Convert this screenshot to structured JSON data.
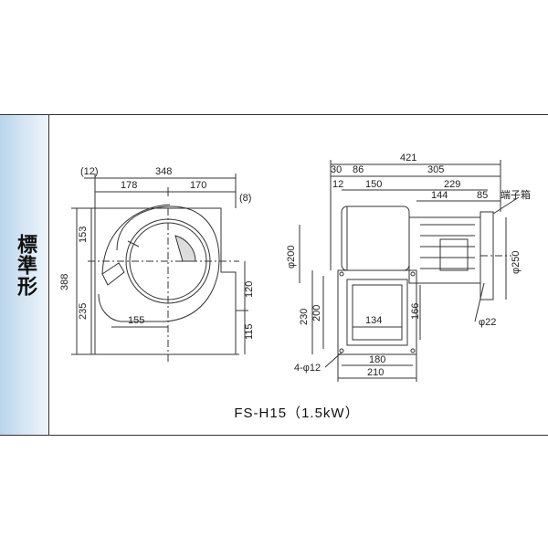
{
  "side_label": "標準形",
  "model_label": "FS-H15（1.5kW）",
  "front_view": {
    "dims": {
      "d12": "(12)",
      "d348": "348",
      "d178": "178",
      "d170": "170",
      "d8": "(8)",
      "d388": "388",
      "d153": "153",
      "d235": "235",
      "d155": "155",
      "d120": "120",
      "d115": "115"
    }
  },
  "side_view": {
    "dims": {
      "d421": "421",
      "d30": "30",
      "d86": "86",
      "d305": "305",
      "d12": "12",
      "d150": "150",
      "d229": "229",
      "d144": "144",
      "d85": "85",
      "terminal_box": "端子箱",
      "phi200": "φ200",
      "phi250": "φ250",
      "d230": "230",
      "d200": "200",
      "d134": "134",
      "d166": "166",
      "phi22": "φ22",
      "holes": "4-φ12",
      "d180": "180",
      "d210": "210"
    }
  }
}
